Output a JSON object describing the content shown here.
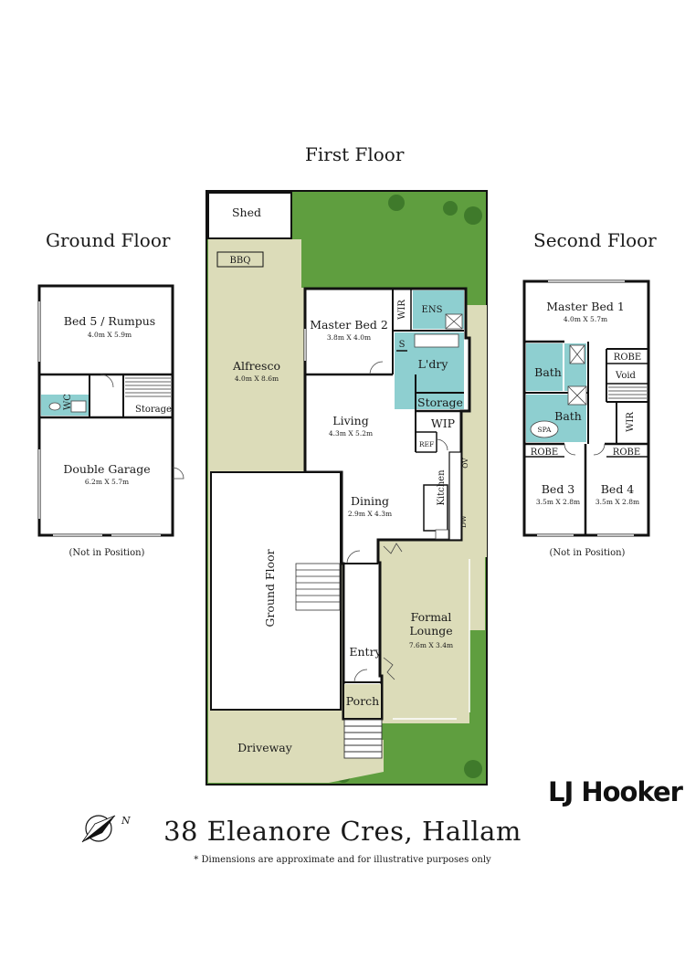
{
  "headings": {
    "first_floor": "First Floor",
    "ground_floor": "Ground Floor",
    "second_floor": "Second Floor"
  },
  "ground_floor": {
    "bed5": {
      "name": "Bed 5 / Rumpus",
      "dims": "4.0m X 5.9m"
    },
    "wc": "WC",
    "storage": "Storage",
    "garage": {
      "name": "Double Garage",
      "dims": "6.2m X 5.7m"
    },
    "note": "(Not in Position)"
  },
  "first_floor": {
    "shed": "Shed",
    "bbq": "BBQ",
    "alfresco": {
      "name": "Alfresco",
      "dims": "4.0m X 8.6m"
    },
    "master_bed2": {
      "name": "Master Bed 2",
      "dims": "3.8m X 4.0m"
    },
    "wir": "WIR",
    "ens": "ENS",
    "s": "S",
    "laundry": "L'dry",
    "storage": "Storage",
    "living": {
      "name": "Living",
      "dims": "4.3m X 5.2m"
    },
    "wip": "WIP",
    "ref": "REF",
    "ov": "OV",
    "kitchen": "Kitchen",
    "dw": "DW",
    "dining": {
      "name": "Dining",
      "dims": "2.9m X 4.3m"
    },
    "ground_floor_label": "Ground Floor",
    "formal_lounge": {
      "name1": "Formal",
      "name2": "Lounge",
      "dims": "7.6m X 3.4m"
    },
    "entry": "Entry",
    "porch": "Porch",
    "driveway": "Driveway"
  },
  "second_floor": {
    "master_bed1": {
      "name": "Master Bed 1",
      "dims": "4.0m X 5.7m"
    },
    "robe": "ROBE",
    "void": "Void",
    "bath": "Bath",
    "wir": "WIR",
    "spa": "SPA",
    "bed3": {
      "name": "Bed 3",
      "dims": "3.5m X 2.8m"
    },
    "bed4": {
      "name": "Bed 4",
      "dims": "3.5m X 2.8m"
    },
    "note": "(Not in Position)"
  },
  "address": "38 Eleanore Cres, Hallam",
  "disclaimer": "* Dimensions are approximate and for illustrative purposes only",
  "brand": "LJ Hooker",
  "compass_letter": "N",
  "colors": {
    "grass": "#5f9e3f",
    "paving": "#dcdcb9",
    "wet_area": "#8ecfd0",
    "wall": "#111111"
  }
}
